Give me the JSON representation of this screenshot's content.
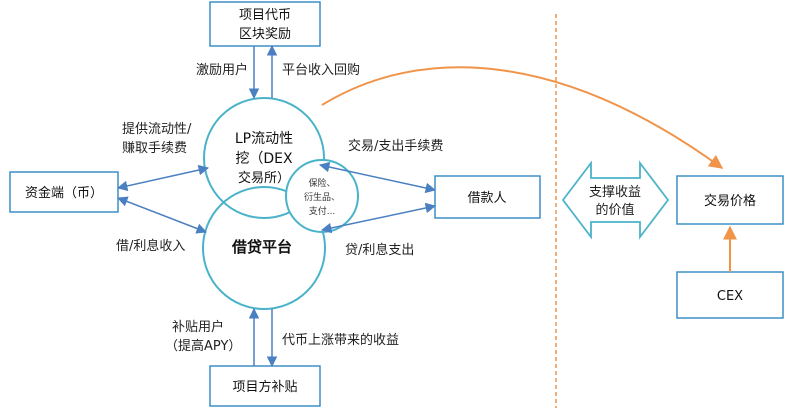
{
  "colors": {
    "box_border": "#3d8fc7",
    "arrow_blue": "#4a7fc1",
    "circle_border": "#4bb3c9",
    "orange": "#f0944a"
  },
  "nodes": {
    "top_box": [
      "项目代币",
      "区块奖励"
    ],
    "left_box": "资金端（币）",
    "right_box": "借款人",
    "bottom_box": "项目方补贴",
    "price_box": "交易价格",
    "cex_box": "CEX"
  },
  "circles": {
    "lp_mining": [
      "LP流动性",
      "挖（DEX",
      "交易所）"
    ],
    "lending": "借贷平台",
    "overlap": [
      "保险、",
      "衍生品、",
      "支付..."
    ]
  },
  "labels": {
    "incentive_users": "激励用户",
    "platform_buyback": "平台收入回购",
    "provide_liquidity": [
      "提供流动性/",
      "赚取手续费"
    ],
    "trade_fees": "交易/支出手续费",
    "interest_income": "借/利息收入",
    "loan_interest": "贷/利息支出",
    "subsidize_users": [
      "补贴用户",
      "（提高APY）"
    ],
    "token_gains": "代币上涨带来的收益",
    "support_value": [
      "支撑收益",
      "的价值"
    ]
  }
}
